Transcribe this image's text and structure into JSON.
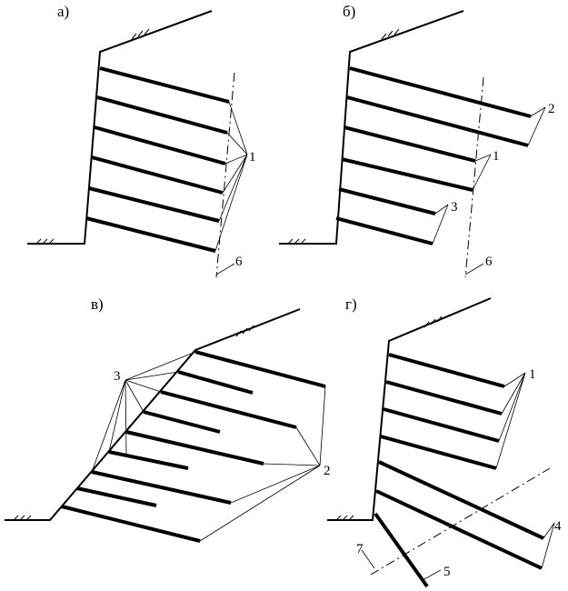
{
  "panels": {
    "a": {
      "title": "а)",
      "labels": {
        "l1": "1",
        "l6": "6"
      }
    },
    "b": {
      "title": "б)",
      "labels": {
        "l1": "1",
        "l2": "2",
        "l3": "3",
        "l6": "6"
      }
    },
    "v": {
      "title": "в)",
      "labels": {
        "l2": "2",
        "l3": "3"
      }
    },
    "g": {
      "title": "г)",
      "labels": {
        "l1": "1",
        "l4": "4",
        "l5": "5",
        "l7": "7"
      }
    }
  },
  "colors": {
    "ink": "#000000"
  }
}
